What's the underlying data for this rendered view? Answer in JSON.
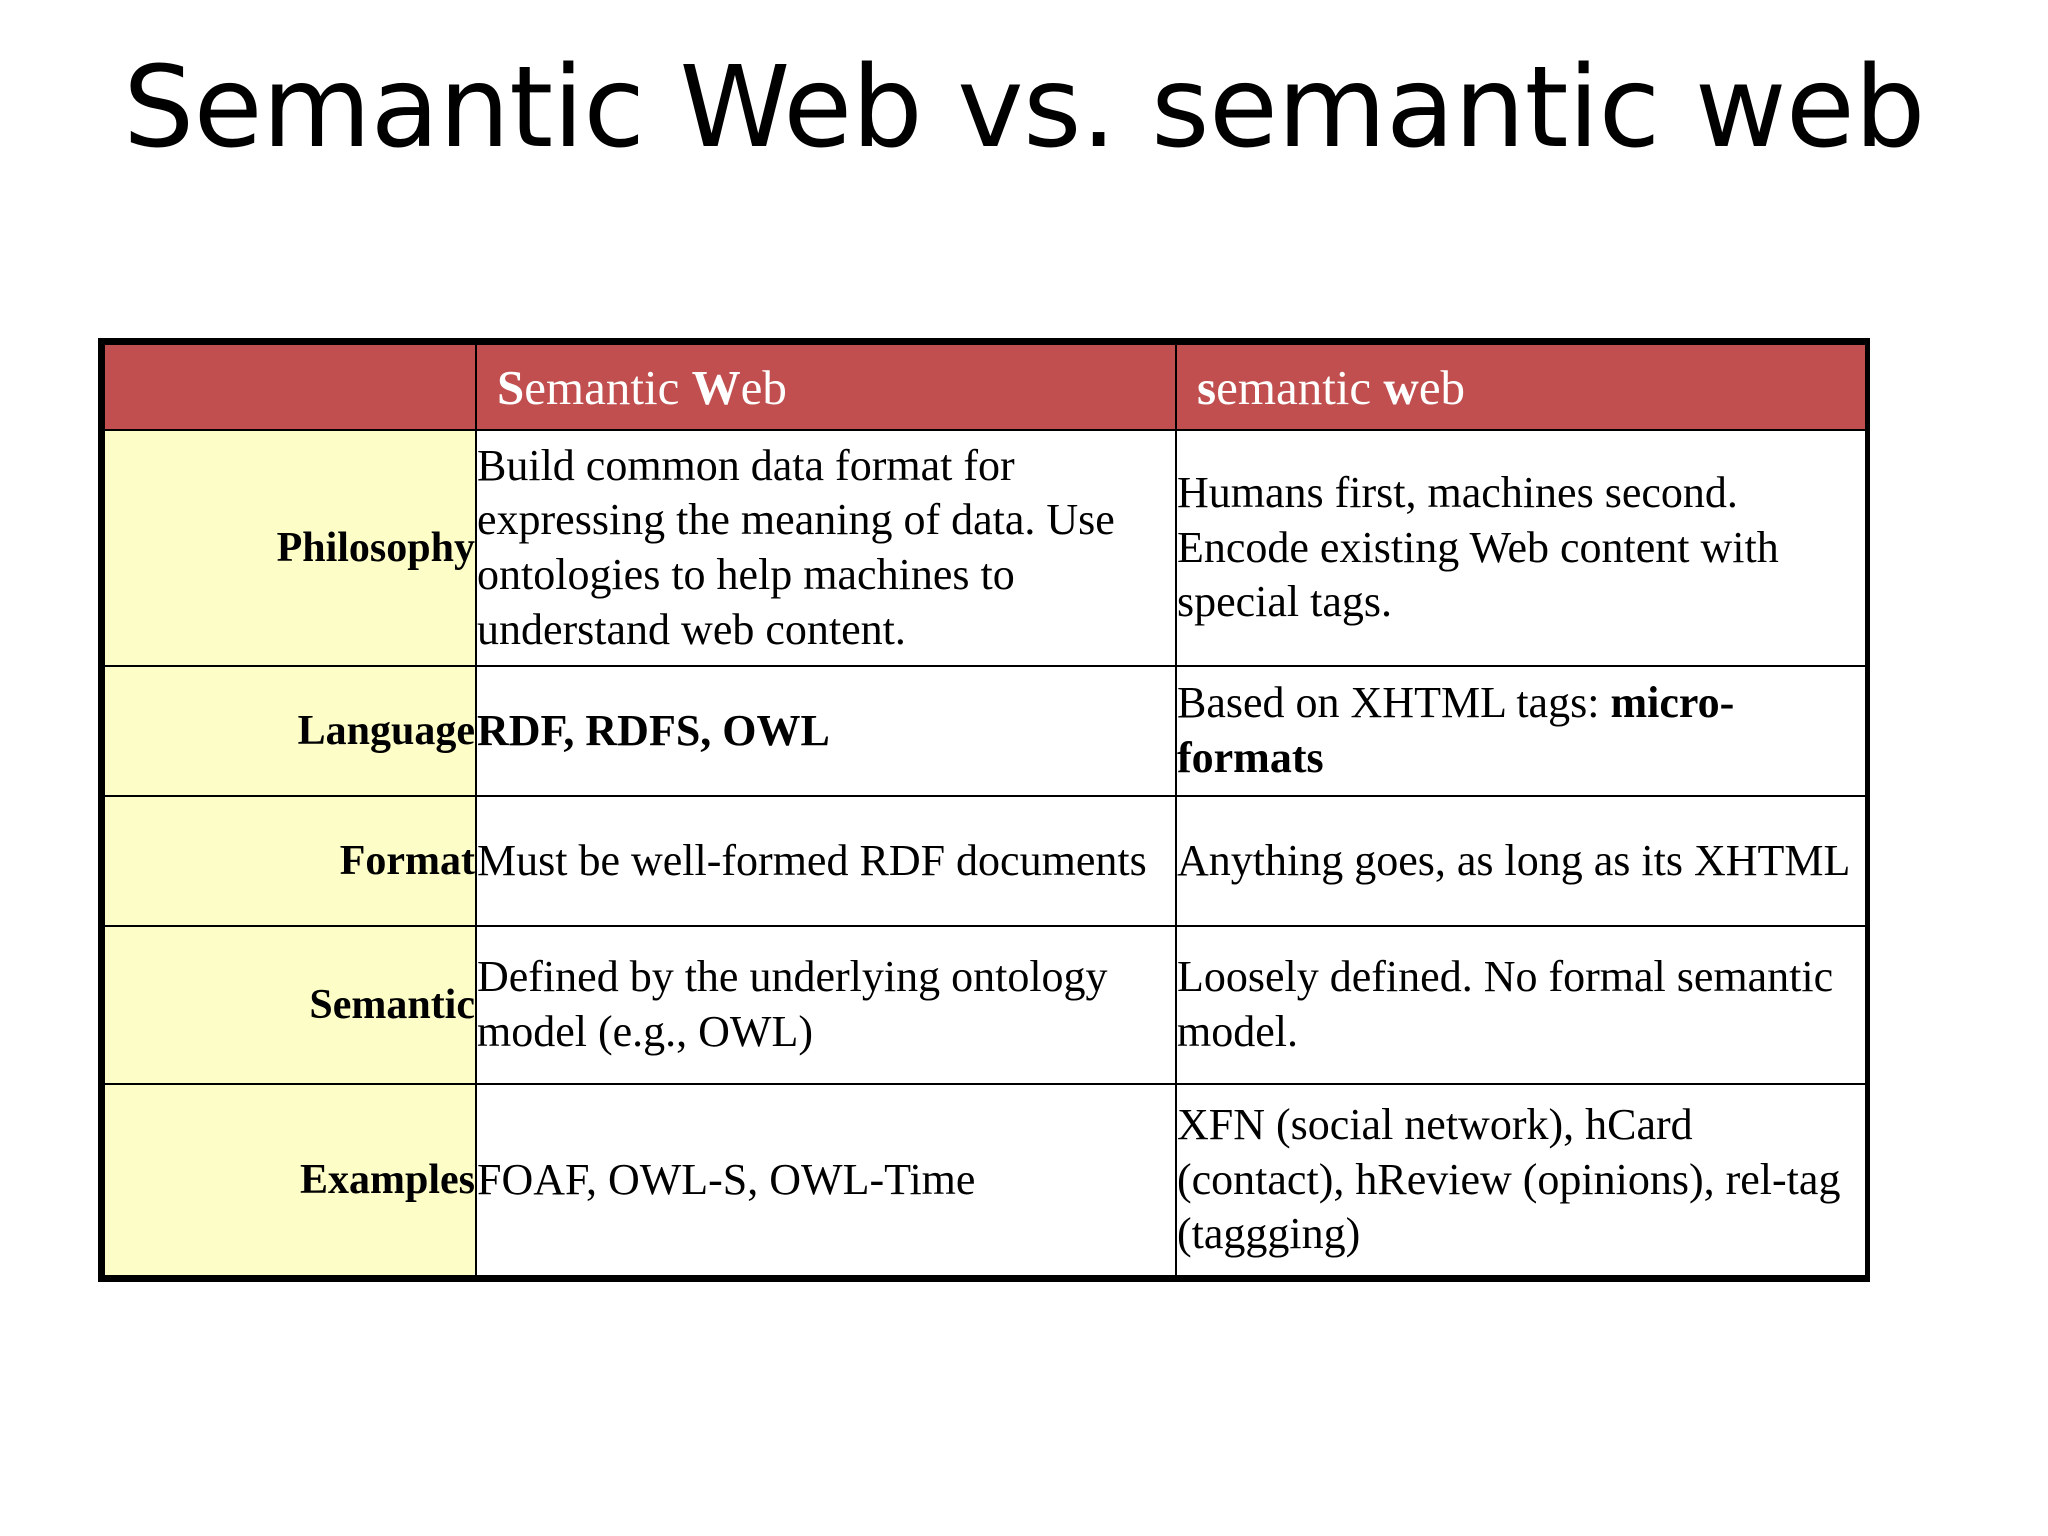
{
  "slide": {
    "title": "Semantic Web vs. semantic web",
    "accent_header_color": "#c24f4f",
    "label_column_color": "#fdfdc8",
    "body_cell_color": "#ffffff",
    "border_color": "#000000"
  },
  "table": {
    "header": {
      "corner_label": "",
      "col_a_lead": "S",
      "col_a_rest": "emantic ",
      "col_a_lead2": "W",
      "col_a_rest2": "eb",
      "col_a_full": "Semantic Web",
      "col_b_lead": "s",
      "col_b_rest": "emantic ",
      "col_b_lead2": "w",
      "col_b_rest2": "eb",
      "col_b_full": "semantic web"
    },
    "rows": [
      {
        "label": "Philosophy",
        "semantic_web": "Build common data format for expressing the meaning of data. Use ontologies to help machines to understand web content.",
        "semantic_web_bold": false,
        "lowercase_web": "Humans first, machines second. Encode existing Web content with special tags.",
        "lowercase_web_prefix": "",
        "lowercase_web_bold_part": "",
        "lowercase_web_suffix": ""
      },
      {
        "label": "Language",
        "semantic_web": "RDF, RDFS, OWL",
        "semantic_web_bold": true,
        "lowercase_web": "Based on XHTML tags: micro-formats",
        "lowercase_web_prefix": "Based on XHTML tags: ",
        "lowercase_web_bold_part": "micro-formats",
        "lowercase_web_suffix": ""
      },
      {
        "label": "Format",
        "semantic_web": "Must be well-formed RDF documents",
        "semantic_web_bold": false,
        "lowercase_web": "Anything goes, as long as its XHTML",
        "lowercase_web_prefix": "",
        "lowercase_web_bold_part": "",
        "lowercase_web_suffix": ""
      },
      {
        "label": "Semantic",
        "semantic_web": "Defined by the underlying ontology model (e.g., OWL)",
        "semantic_web_bold": false,
        "lowercase_web": "Loosely defined. No formal semantic model.",
        "lowercase_web_prefix": "",
        "lowercase_web_bold_part": "",
        "lowercase_web_suffix": ""
      },
      {
        "label": "Examples",
        "semantic_web": "FOAF, OWL-S, OWL-Time",
        "semantic_web_bold": false,
        "lowercase_web": "XFN (social network), hCard (contact), hReview (opinions), rel-tag (taggging)",
        "lowercase_web_prefix": "",
        "lowercase_web_bold_part": "",
        "lowercase_web_suffix": ""
      }
    ]
  }
}
